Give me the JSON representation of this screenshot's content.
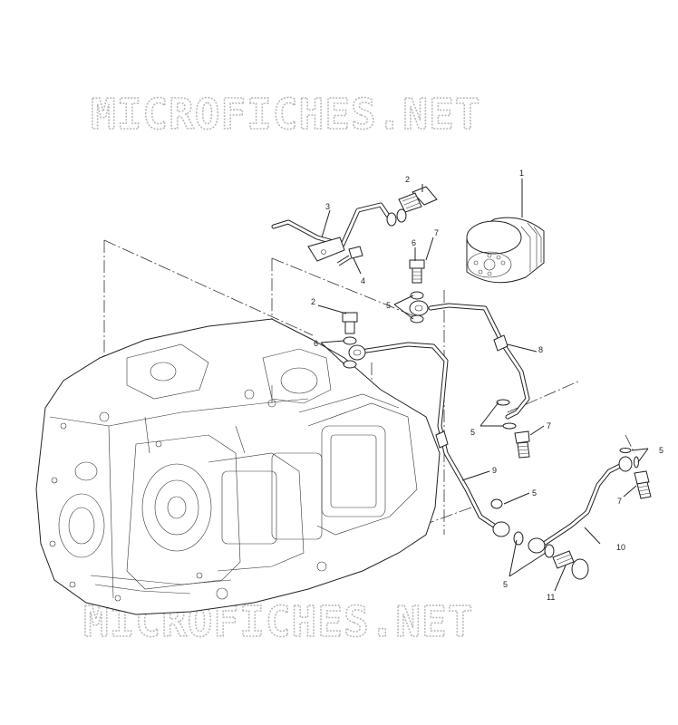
{
  "watermark": {
    "top": "MICROFICHES.NET",
    "bottom": "MICROFICHES.NET"
  },
  "callouts": {
    "c1": "1",
    "c2a": "2",
    "c2b": "2",
    "c3": "3",
    "c4": "4",
    "c5a": "5",
    "c5b": "5",
    "c5c": "5",
    "c5d": "5",
    "c5e": "5",
    "c6a": "6",
    "c6b": "6",
    "c7a": "7",
    "c7b": "7",
    "c7c": "7",
    "c8": "8",
    "c9": "9",
    "c10": "10",
    "c11": "11"
  }
}
